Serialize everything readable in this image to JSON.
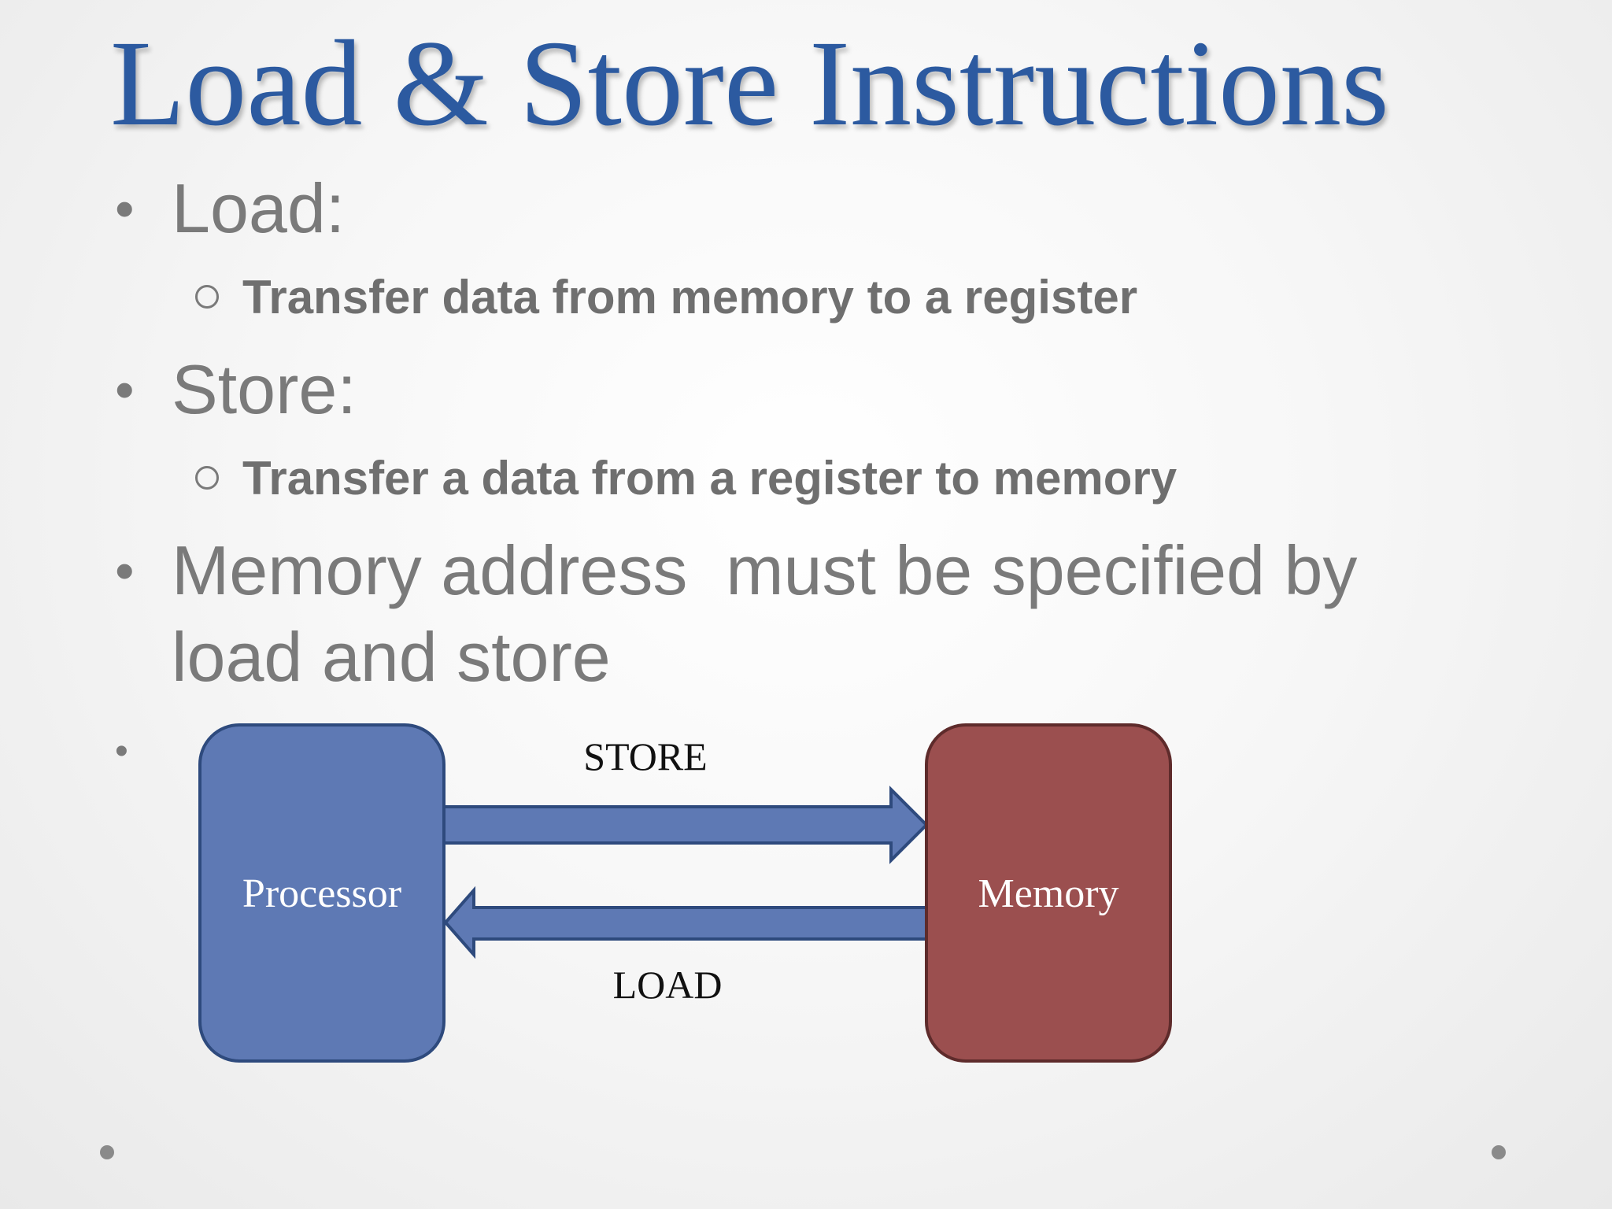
{
  "slide": {
    "title": "Load & Store Instructions"
  },
  "bullets": [
    {
      "text": "Load:",
      "sub": "Transfer data from memory to a register"
    },
    {
      "text": "Store:",
      "sub": "Transfer a data from a register to memory"
    },
    {
      "text": "Memory address  must be specified by load and store"
    }
  ],
  "diagram": {
    "processor_label": "Processor",
    "memory_label": "Memory",
    "store_label": "STORE",
    "load_label": "LOAD",
    "colors": {
      "processor": "#5e79b4",
      "processor_border": "#2e4a7d",
      "memory": "#9b4f4f",
      "memory_border": "#5e2b2b",
      "arrow": "#5e79b4",
      "arrow_border": "#2e4a7d",
      "title": "#2c5aa0",
      "body_text": "#7a7a7a"
    }
  }
}
